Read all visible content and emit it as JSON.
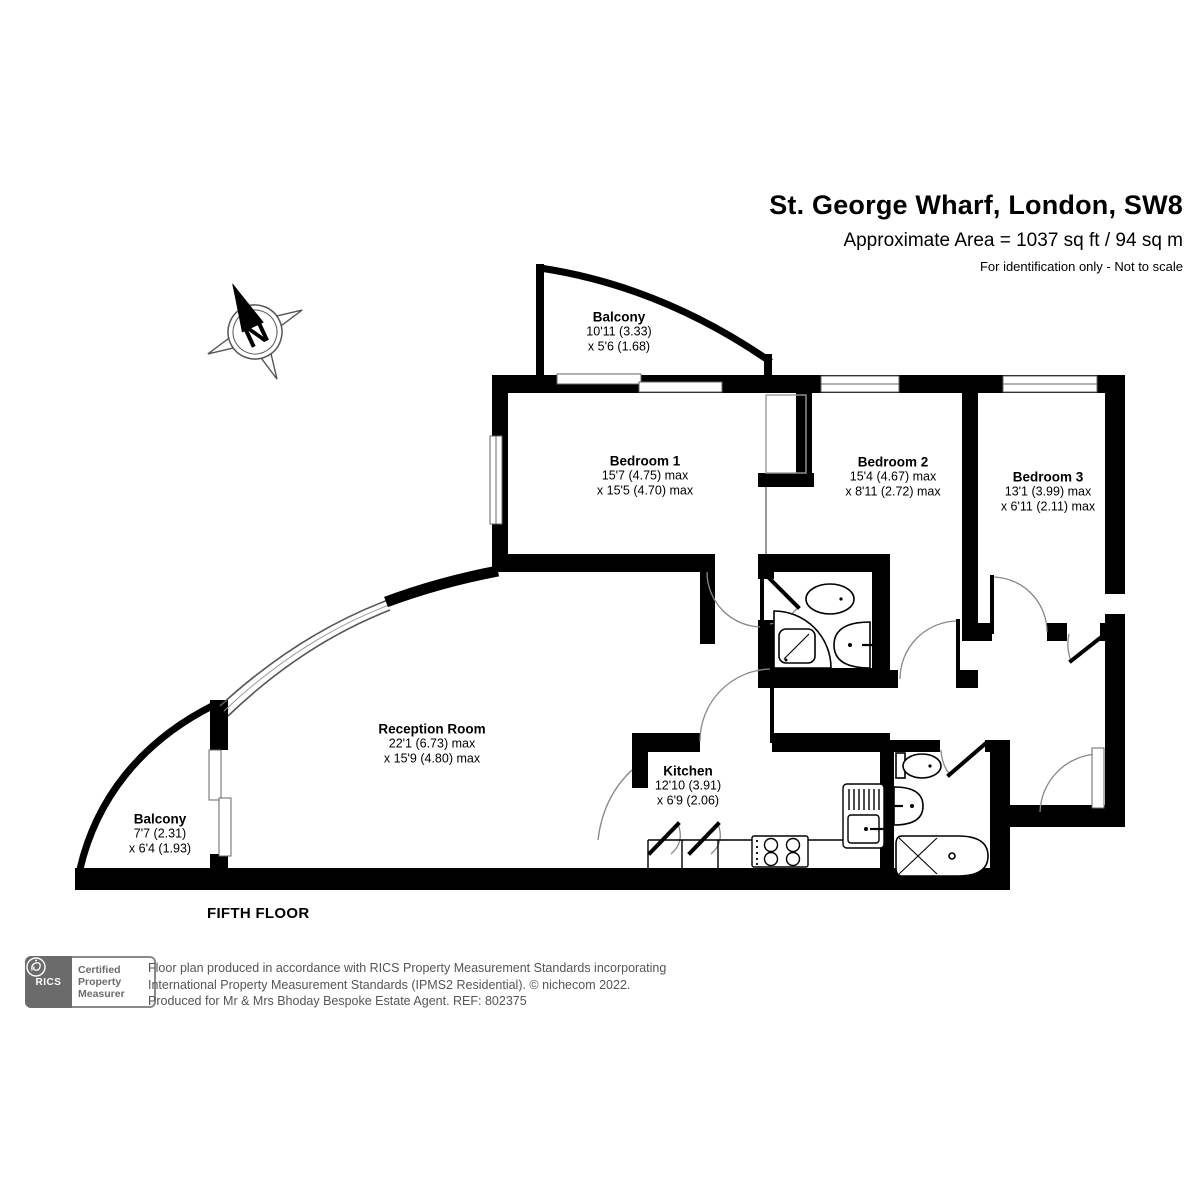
{
  "header": {
    "title": "St. George Wharf, London, SW8",
    "area_line": "Approximate Area = 1037 sq ft / 94 sq m",
    "note": "For identification only - Not to scale"
  },
  "compass": {
    "label": "N"
  },
  "rooms": [
    {
      "id": "balcony-top",
      "name": "Balcony",
      "dim1": "10'11 (3.33)",
      "dim2": "x 5'6 (1.68)"
    },
    {
      "id": "bedroom-1",
      "name": "Bedroom 1",
      "dim1": "15'7 (4.75) max",
      "dim2": "x 15'5 (4.70) max"
    },
    {
      "id": "bedroom-2",
      "name": "Bedroom 2",
      "dim1": "15'4 (4.67) max",
      "dim2": "x 8'11 (2.72) max"
    },
    {
      "id": "bedroom-3",
      "name": "Bedroom 3",
      "dim1": "13'1 (3.99) max",
      "dim2": "x 6'11 (2.11) max"
    },
    {
      "id": "reception",
      "name": "Reception Room",
      "dim1": "22'1 (6.73) max",
      "dim2": "x 15'9 (4.80) max"
    },
    {
      "id": "kitchen",
      "name": "Kitchen",
      "dim1": "12'10 (3.91)",
      "dim2": "x 6'9 (2.06)"
    },
    {
      "id": "balcony-left",
      "name": "Balcony",
      "dim1": "7'7 (2.31)",
      "dim2": "x 6'4 (1.93)"
    }
  ],
  "floor_label": "FIFTH FLOOR",
  "footer": {
    "badge": {
      "org": "RICS",
      "lines": [
        "Certified",
        "Property",
        "Measurer"
      ]
    },
    "text_lines": [
      "Floor plan produced in accordance with RICS Property Measurement Standards incorporating",
      "International Property Measurement Standards (IPMS2 Residential).  © nichecom 2022.",
      "Produced for Mr & Mrs Bhoday Bespoke Estate Agent.  REF: 802375"
    ]
  },
  "colors": {
    "wall": "#000000",
    "badge_gray": "#6b6b6b"
  }
}
